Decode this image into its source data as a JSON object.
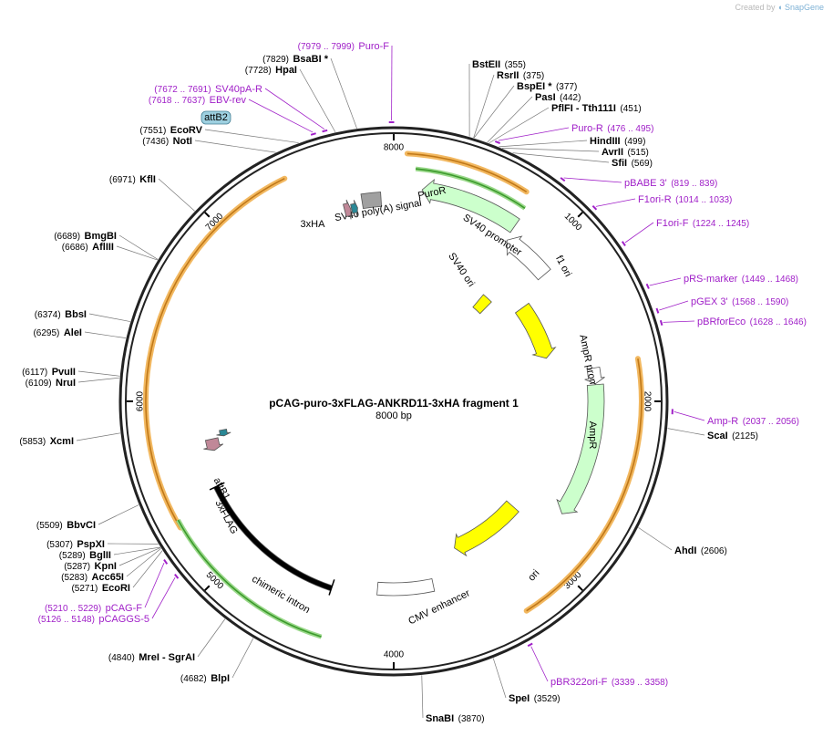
{
  "credit": {
    "prefix": "Created by",
    "brand": "SnapGene"
  },
  "plasmid": {
    "name": "pCAG-puro-3xFLAG-ANKRD11-3xHA fragment 1",
    "size": 8000,
    "size_label": "8000 bp"
  },
  "ticks": [
    "1000",
    "2000",
    "3000",
    "4000",
    "5000",
    "6000",
    "7000",
    "8000"
  ],
  "sites": [
    {
      "name": "BstEII",
      "pos": "(355)",
      "pos_first": false,
      "bp": 355
    },
    {
      "name": "RsrII",
      "pos": "(375)",
      "pos_first": false,
      "bp": 375
    },
    {
      "name": "BspEI *",
      "pos": "(377)",
      "pos_first": false,
      "bp": 377
    },
    {
      "name": "PasI",
      "pos": "(442)",
      "pos_first": false,
      "bp": 442
    },
    {
      "name": "PflFI - Tth111I",
      "pos": "(451)",
      "pos_first": false,
      "bp": 451
    },
    {
      "name": "HindIII",
      "pos": "(499)",
      "pos_first": false,
      "bp": 499
    },
    {
      "name": "AvrII",
      "pos": "(515)",
      "pos_first": false,
      "bp": 515
    },
    {
      "name": "SfiI",
      "pos": "(569)",
      "pos_first": false,
      "bp": 569
    },
    {
      "name": "ScaI",
      "pos": "(2125)",
      "pos_first": false,
      "bp": 2125
    },
    {
      "name": "AhdI",
      "pos": "(2606)",
      "pos_first": false,
      "bp": 2606
    },
    {
      "name": "SpeI",
      "pos": "(3529)",
      "pos_first": false,
      "bp": 3529
    },
    {
      "name": "SnaBI",
      "pos": "(3870)",
      "pos_first": false,
      "bp": 3870
    },
    {
      "name": "BlpI",
      "pos": "(4682)",
      "pos_first": true,
      "bp": 4682
    },
    {
      "name": "MreI - SgrAI",
      "pos": "(4840)",
      "pos_first": true,
      "bp": 4840
    },
    {
      "name": "EcoRI",
      "pos": "(5271)",
      "pos_first": true,
      "bp": 5271
    },
    {
      "name": "Acc65I",
      "pos": "(5283)",
      "pos_first": true,
      "bp": 5283
    },
    {
      "name": "KpnI",
      "pos": "(5287)",
      "pos_first": true,
      "bp": 5287
    },
    {
      "name": "BglII",
      "pos": "(5289)",
      "pos_first": true,
      "bp": 5289
    },
    {
      "name": "PspXI",
      "pos": "(5307)",
      "pos_first": true,
      "bp": 5307
    },
    {
      "name": "BbvCI",
      "pos": "(5509)",
      "pos_first": true,
      "bp": 5509
    },
    {
      "name": "XcmI",
      "pos": "(5853)",
      "pos_first": true,
      "bp": 5853
    },
    {
      "name": "NruI",
      "pos": "(6109)",
      "pos_first": true,
      "bp": 6109
    },
    {
      "name": "PvuII",
      "pos": "(6117)",
      "pos_first": true,
      "bp": 6117
    },
    {
      "name": "AleI",
      "pos": "(6295)",
      "pos_first": true,
      "bp": 6295
    },
    {
      "name": "BbsI",
      "pos": "(6374)",
      "pos_first": true,
      "bp": 6374
    },
    {
      "name": "AflIII",
      "pos": "(6686)",
      "pos_first": true,
      "bp": 6686
    },
    {
      "name": "BmgBI",
      "pos": "(6689)",
      "pos_first": true,
      "bp": 6689
    },
    {
      "name": "KflI",
      "pos": "(6971)",
      "pos_first": true,
      "bp": 6971
    },
    {
      "name": "NotI",
      "pos": "(7436)",
      "pos_first": true,
      "bp": 7436
    },
    {
      "name": "EcoRV",
      "pos": "(7551)",
      "pos_first": true,
      "bp": 7551
    },
    {
      "name": "HpaI",
      "pos": "(7728)",
      "pos_first": true,
      "bp": 7728
    },
    {
      "name": "BsaBI *",
      "pos": "(7829)",
      "pos_first": true,
      "bp": 7829
    }
  ],
  "primers": [
    {
      "name": "Puro-F",
      "range": "(7979 .. 7999)",
      "range_first": true,
      "bp": 7990
    },
    {
      "name": "Puro-R",
      "range": "(476 .. 495)",
      "range_first": false,
      "bp": 486
    },
    {
      "name": "pBABE 3'",
      "range": "(819 .. 839)",
      "range_first": false,
      "bp": 829
    },
    {
      "name": "F1ori-R",
      "range": "(1014 .. 1033)",
      "range_first": false,
      "bp": 1024
    },
    {
      "name": "F1ori-F",
      "range": "(1224 .. 1245)",
      "range_first": false,
      "bp": 1235
    },
    {
      "name": "pRS-marker",
      "range": "(1449 .. 1468)",
      "range_first": false,
      "bp": 1459
    },
    {
      "name": "pGEX 3'",
      "range": "(1568 .. 1590)",
      "range_first": false,
      "bp": 1579
    },
    {
      "name": "pBRforEco",
      "range": "(1628 .. 1646)",
      "range_first": false,
      "bp": 1637
    },
    {
      "name": "Amp-R",
      "range": "(2037 .. 2056)",
      "range_first": false,
      "bp": 2047
    },
    {
      "name": "pBR322ori-F",
      "range": "(3339 .. 3358)",
      "range_first": false,
      "bp": 3349
    },
    {
      "name": "pCAGGS-5",
      "range": "(5126 .. 5148)",
      "range_first": true,
      "bp": 5137
    },
    {
      "name": "pCAG-F",
      "range": "(5210 .. 5229)",
      "range_first": true,
      "bp": 5220
    },
    {
      "name": "EBV-rev",
      "range": "(7618 .. 7637)",
      "range_first": true,
      "bp": 7628
    },
    {
      "name": "SV40pA-R",
      "range": "(7672 .. 7691)",
      "range_first": true,
      "bp": 7682
    }
  ],
  "features": [
    {
      "name": "PuroR",
      "label": "PuroR",
      "start": 170,
      "end": 770,
      "dir": "rev",
      "color": "#ccffcc"
    },
    {
      "name": "SV40 promoter",
      "label": "SV40 promoter",
      "start": 780,
      "end": 1110,
      "dir": "rev",
      "color": "#ffffff"
    },
    {
      "name": "f1 ori",
      "label": "f1 ori",
      "start": 1200,
      "end": 1650,
      "dir": "fwd",
      "color": "#ffff00"
    },
    {
      "name": "AmpR promoter",
      "label": "AmpR promoter",
      "start": 1790,
      "end": 1890,
      "dir": "fwd",
      "color": "#ffffff"
    },
    {
      "name": "AmpR",
      "label": "AmpR",
      "start": 1895,
      "end": 2750,
      "dir": "fwd",
      "color": "#ccffcc"
    },
    {
      "name": "ori",
      "label": "ori",
      "start": 2920,
      "end": 3500,
      "dir": "fwd",
      "color": "#ffff00"
    },
    {
      "name": "CMV enhancer",
      "label": "CMV enhancer",
      "start": 3730,
      "end": 4110,
      "dir": "none",
      "color": "#ffffff"
    },
    {
      "name": "chimeric intron",
      "label": "chimeric intron",
      "start": 4410,
      "end": 5430,
      "dir": "none",
      "color": "#000000"
    },
    {
      "name": "3xFLAG",
      "label": "3xFLAG",
      "start": 5660,
      "end": 5740,
      "dir": "rev",
      "color": "#c08898"
    },
    {
      "name": "attB1",
      "label": "attB1",
      "start": 5745,
      "end": 5790,
      "dir": "rev",
      "color": "#2a8896"
    },
    {
      "name": "SV40 poly(A) signal",
      "label": "SV40 poly(A) signal",
      "start": 7800,
      "end": 7920,
      "dir": "none",
      "color": "#a0a0a0"
    },
    {
      "name": "attB2",
      "label": "attB2",
      "start": 7725,
      "end": 7765,
      "dir": "fwd",
      "color": "#2a8896"
    },
    {
      "name": "3xHA",
      "label": "3xHA",
      "start": 7680,
      "end": 7720,
      "dir": "fwd",
      "color": "#c08898"
    },
    {
      "name": "SV40 ori",
      "label": "SV40 ori",
      "start": 890,
      "end": 990,
      "dir": "none",
      "color": "#ffff00"
    }
  ],
  "badge": {
    "label": "attB2",
    "fill": "#9ed0e0"
  },
  "colors": {
    "ring": "#222222",
    "orf_stroke": "#f2b860",
    "orf_arrow_fwd": "#c07818",
    "green_orf_arrow": "#3c9a2c",
    "primer": "#a020c8"
  }
}
